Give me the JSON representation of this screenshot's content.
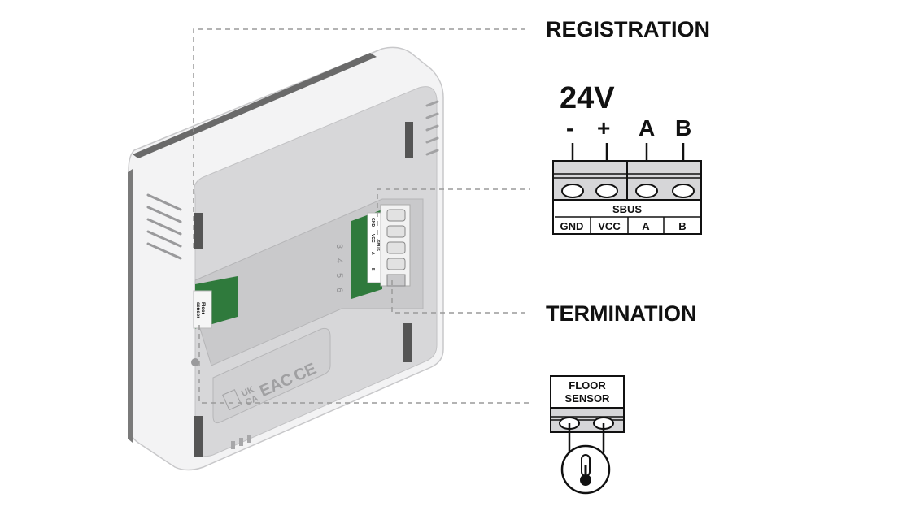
{
  "callouts": {
    "registration": "REGISTRATION",
    "termination": "TERMINATION"
  },
  "power_block": {
    "voltage": "24V",
    "terminals": [
      "-",
      "+",
      "A",
      "B"
    ],
    "bus_label": "SBUS",
    "pins": [
      "GND",
      "VCC",
      "A",
      "B"
    ]
  },
  "floor_sensor_block": {
    "label_line1": "FLOOR",
    "label_line2": "SENSOR",
    "probe_icon": "thermometer-icon"
  },
  "device_markings": {
    "floor_sensor_label": [
      "Floor",
      "sensor"
    ],
    "pcb_pins": [
      "GND",
      "VCC",
      "A",
      "B"
    ],
    "pcb_bus": "SBUS",
    "pin_numbers": [
      "3",
      "4",
      "5",
      "6"
    ],
    "cert_marks": [
      "UK",
      "CA",
      "EAC",
      "CE"
    ]
  },
  "colors": {
    "device_body": "#f2f2f3",
    "device_back": "#d9d9db",
    "pcb": "#2f7a3c",
    "line": "#111111",
    "callout_line": "#9a9a9a"
  }
}
